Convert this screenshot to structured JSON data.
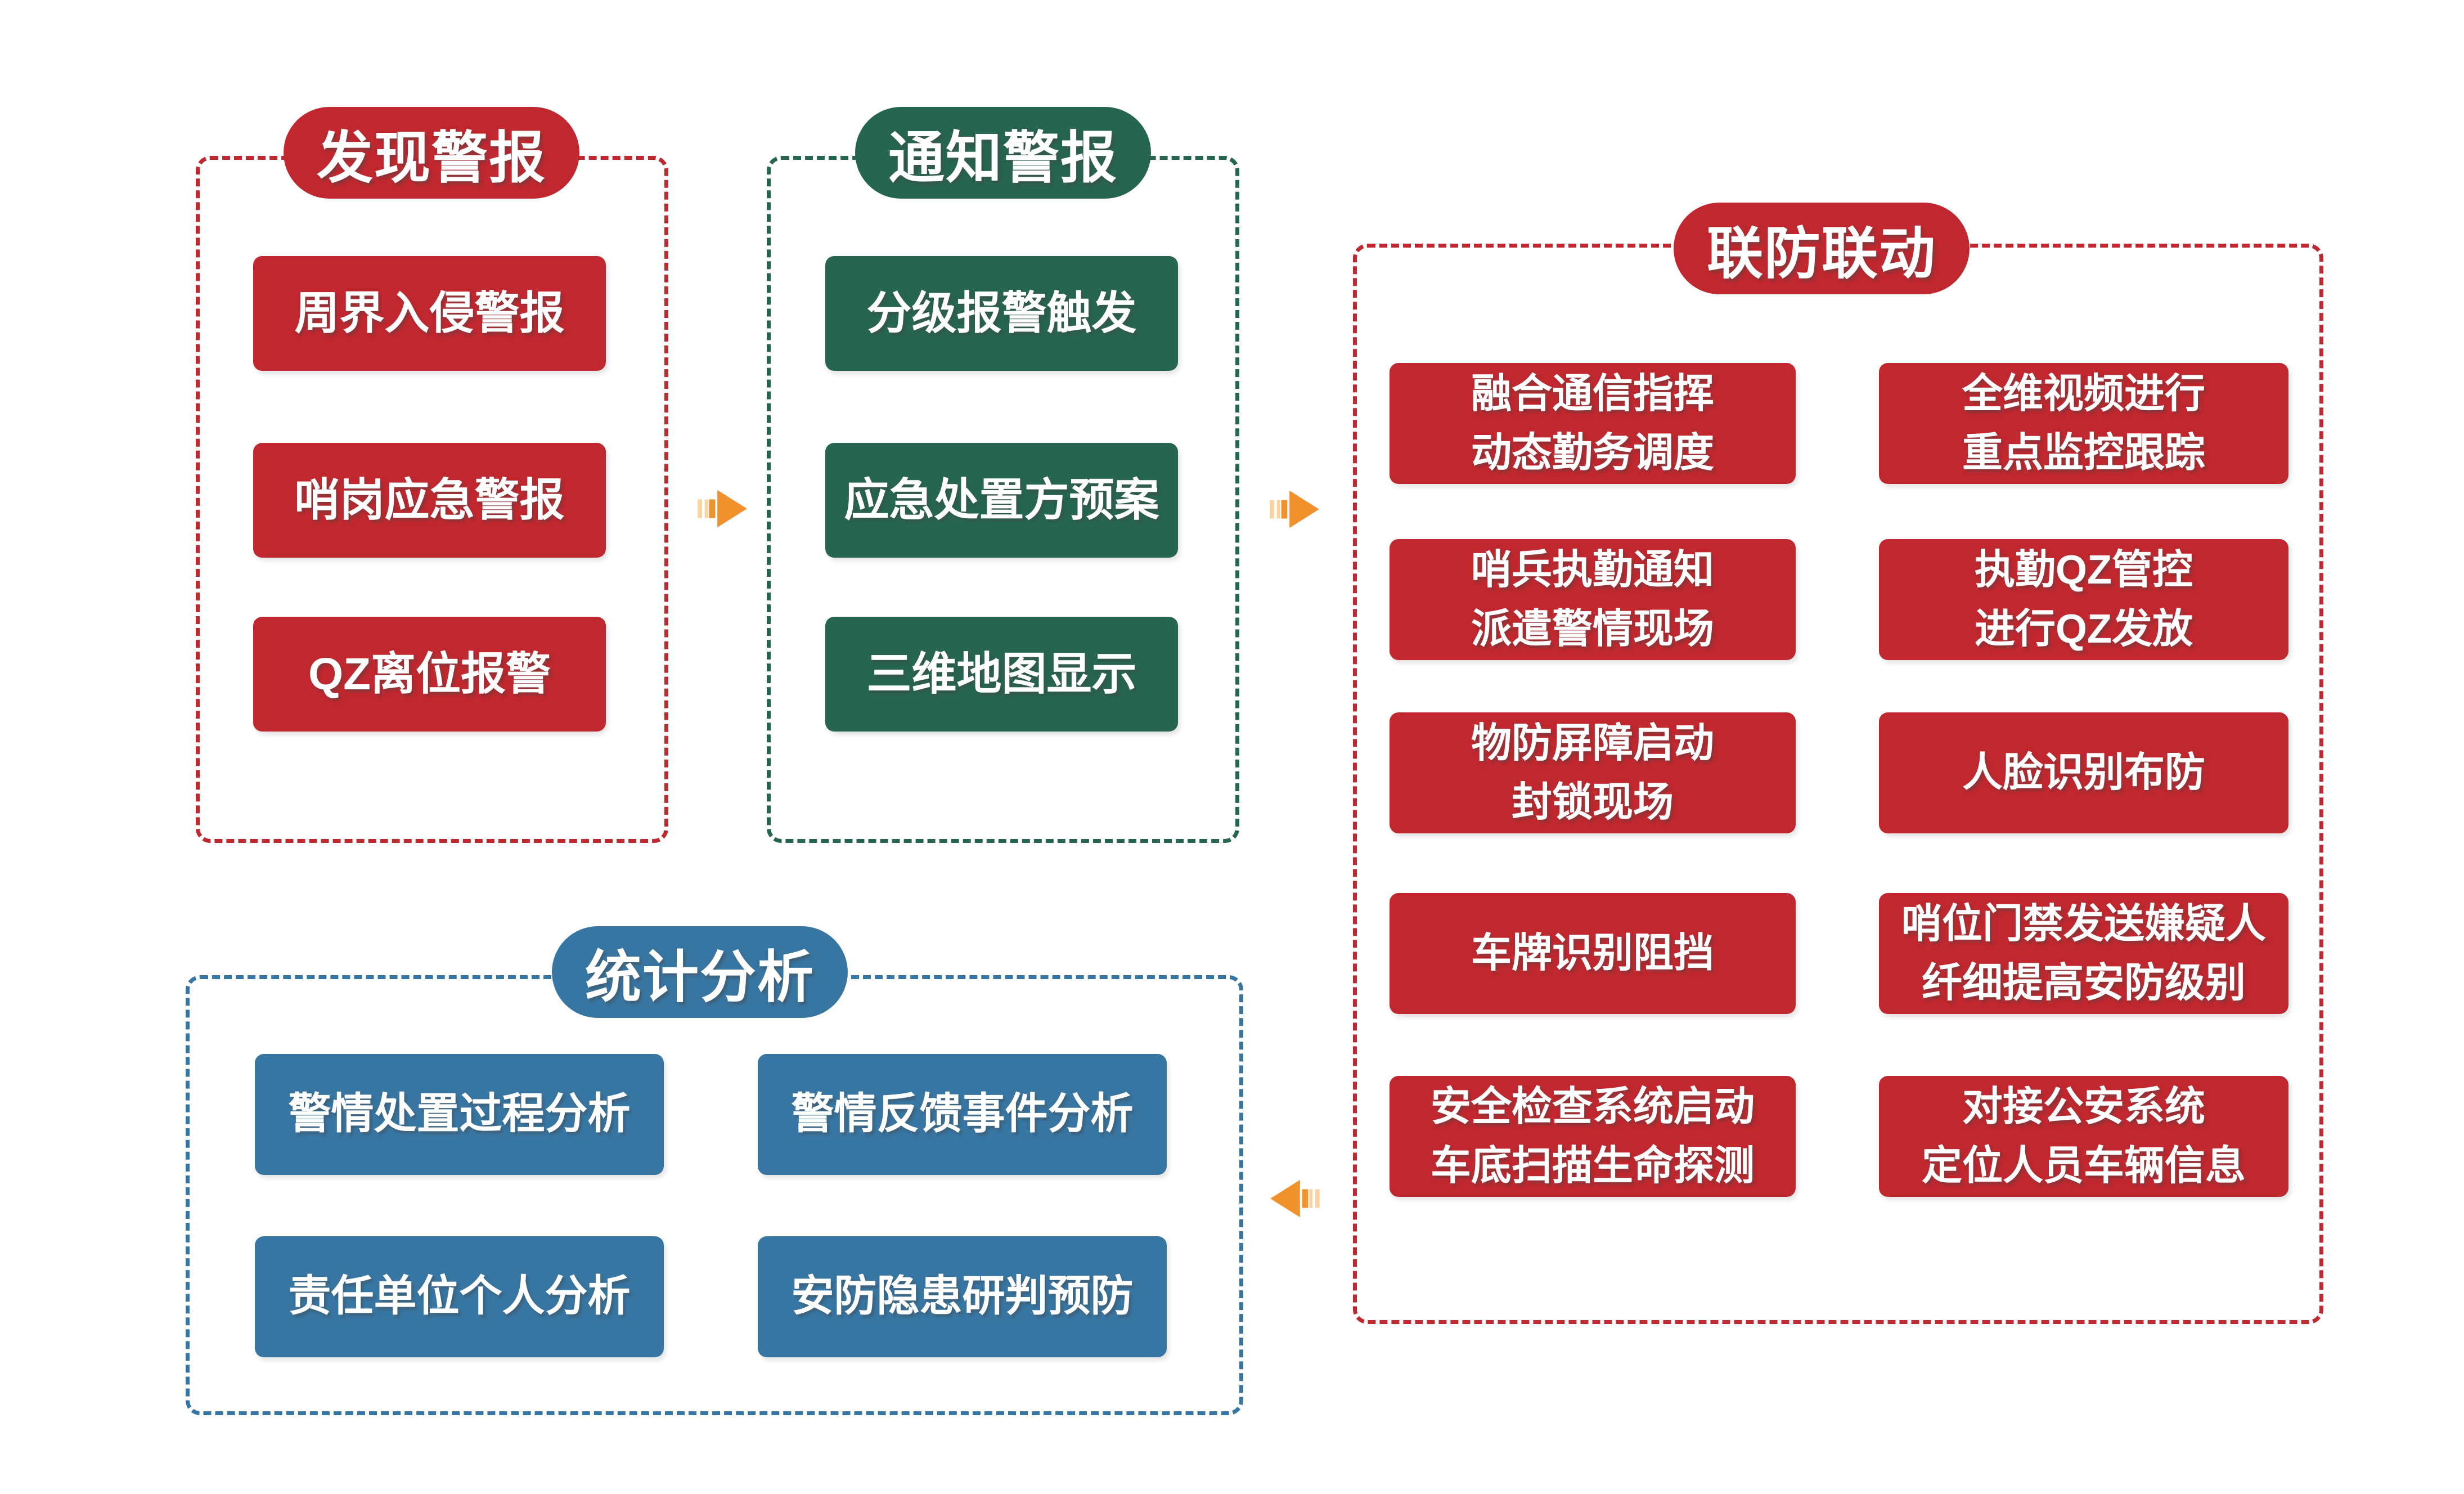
{
  "colors": {
    "red": "#C1272E",
    "green": "#26654F",
    "blue": "#3776A3",
    "orange": "#F0912B",
    "orange_light": "#FBD3A2"
  },
  "sections": {
    "discover": {
      "title": "发现警报",
      "items": [
        "周界入侵警报",
        "哨岗应急警报",
        "QZ离位报警"
      ]
    },
    "notify": {
      "title": "通知警报",
      "items": [
        "分级报警触发",
        "应急处置方预案",
        "三维地图显示"
      ]
    },
    "joint": {
      "title": "联防联动",
      "rows": [
        {
          "left": "融合通信指挥\n动态勤务调度",
          "right": "全维视频进行\n重点监控跟踪"
        },
        {
          "left": "哨兵执勤通知\n派遣警情现场",
          "right": "执勤QZ管控\n进行QZ发放"
        },
        {
          "left": "物防屏障启动\n封锁现场",
          "right": "人脸识别布防"
        },
        {
          "left": "车牌识别阻挡",
          "right": "哨位门禁发送嫌疑人\n纤细提高安防级别"
        },
        {
          "left": "安全检查系统启动\n车底扫描生命探测",
          "right": "对接公安系统\n定位人员车辆信息"
        }
      ]
    },
    "stats": {
      "title": "统计分析",
      "rows": [
        {
          "left": "警情处置过程分析",
          "right": "警情反馈事件分析"
        },
        {
          "left": "责任单位个人分析",
          "right": "安防隐患研判预防"
        }
      ]
    }
  },
  "arrows": [
    {
      "id": "discover-to-notify",
      "direction": "right"
    },
    {
      "id": "notify-to-joint",
      "direction": "right"
    },
    {
      "id": "joint-to-stats",
      "direction": "left"
    }
  ]
}
